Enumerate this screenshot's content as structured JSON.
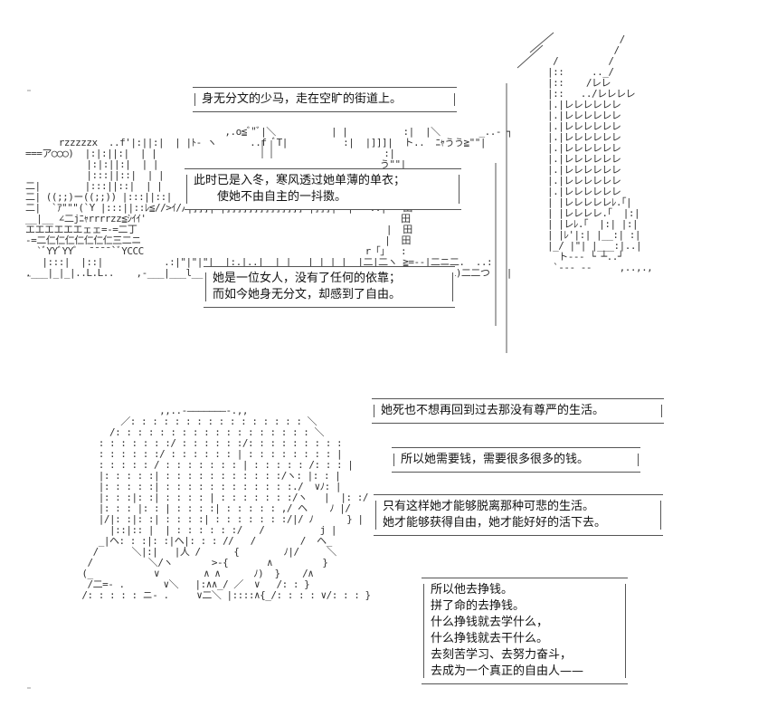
{
  "captions": [
    {
      "id": "street",
      "lines": [
        "身无分文的少马，走在空旷的街道上。"
      ]
    },
    {
      "id": "winter",
      "lines": [
        "此时已是入冬，寒风透过她单薄的单衣；",
        "　　使她不由自主的一抖擞。"
      ]
    },
    {
      "id": "woman",
      "lines": [
        "她是一位女人，没有了任何的依靠；",
        "而如今她身无分文，却感到了自由。"
      ]
    },
    {
      "id": "no-return",
      "lines": [
        "她死也不想再回到过去那没有尊严的生活。"
      ]
    },
    {
      "id": "money",
      "lines": [
        "所以她需要钱，需要很多很多的钱。"
      ]
    },
    {
      "id": "escape",
      "lines": [
        "只有这样她才能够脱离那种可悲的生活。",
        "她才能够获得自由，她才能好好的活下去。"
      ]
    },
    {
      "id": "struggle",
      "lines": [
        "所以他去挣钱。",
        "拼了命的去挣钱。",
        "什么挣钱就去学什么，",
        "什么挣钱就去干什么。",
        "去刻苦学习、去努力奋斗，",
        "去成为一个真正的自由人——"
      ]
    }
  ],
  "art": {
    "street_left": "                                    ,.o≦ﾞ\"ﾞ|＼          | |          :|  |＼       _..- ┐\n      rzzzzzx  ..f'|:||:|  | |ﾄ- ヽ      ..f ﾞT|          :|  |]]]|  ト..  ﾆｬうう≧\"\"|\n===ア◯◯◯)  |:|:||:|  | |                                         :|\n           |:|:||:|  | |                                        う\"\"|\n           |:::||::|  | |                                        |  |\n二|        |:::||::|  | |                                        |  |\n二| ((;;)ー((;;)) |:::||::|  | |ﾙ≦/ｼｲ/ |]]]| |]]]]]]]]]]]]]] |]]]|  |-- ..|   田\n二|  `ｱ\"\"\"(`Y |:::||::ﾚ≦//>ｲ//|]]]| |]]]]]]]]]]]]]] |]]]|  |-- ..|   田\n__|__ ∠二jﾆｬrrrrzz≦ｼｲｲ'                                              田\nエエエエエエェェ=-=二丁                                             |  田\n-=二仁仁仁仁仁仁仁三二ニ                                            |  田\n  `ﾞYYﾞYYﾞ  ¯¯¯¯`ﾞYCCC                                        r「」  :\n   |:::|  |::|           .:|\"|\"|\"|  |:.|..|  | |   | | | |  |二|二ヽ ≧=--|二ニ二.  ..:\n.___|_|_|..L.L..    ,-___|___l__|__  _|__|_|_|_|   _|_l.|.|_|__|.__|_|.∩_∩|{二)二二つ   |\n",
    "buildings_right": "                     /\n                    /\n         /         /\n        |::     .._/\n        |::    /レレ\n        |::   ../レレレレ\n        |.|レレレレレレ\n        |.|レレレレレレ\n        |.|レレレレレレ\n        |.|レレレレレレ\n        |.|レレレレレレ\n        |.|レレレレレレ\n        |.|レレレレレレ\n        |.|レレレレレレ\n        |.|レレレレレレ\n        | |レレレレレﾚ.｢|\n        | |レレレレ.｢  |:|\n        | |レﾚ.｢  |:| |:|\n        | |ﾚ'|:| |__:| :|\n        |_/ |\"| |___:|..|\n          ト--- └ ┴..┘\n         `--- --     ,..,.,",
    "figure": "                 ,,..-―――――――-.,,\n          ／: : : : : : : : : : : : : : : : ＼\n        /: : : : : : : : : : : : : : : : : : ＼\n      : : : : : : :/ : : : : : :/: : : : : : : : :\n      : : : : : :/ : : : : : : | : : : : : : : : |\n      : : : : : / : : : : : : : | : : : : : /: : : |\n      |: : : : :| : : : : : : : : : : :/ヽ: |: : |\n      |: : : : :| : : : : : : : : : : : :./  ∨ﾉ: |\n      |: : :|: :| : : : : | : : : : : : :/ヽ   |  |: :/\n      |: : : |: : | : : : :| : : : : : ,/ ヘ    ﾉ |/\n      |/|: :|: :| : : : :| : : : : : : :/|/ ﾉ      } |\n        |::|:: |  | : : : : : :/   /          j |\n      _|ヘ: : :|: :|ヘ|: : : //   /        /  ヘ_\n     /      ＼|:|   |人 /      {        ﾉ|/     ＼\n    /          ＼/ヽ       >-{       ∧         }\n   (_           ∨        ∧ ∧      ﾉ)  }    /∧\n    /二=- .       ∨＼   |:∧∧_/ ／  ∨   /: : }\n   /: : : : : ニ- .     ∨二＼ |::::∧{_/: : : : ∨/: : : }"
  }
}
